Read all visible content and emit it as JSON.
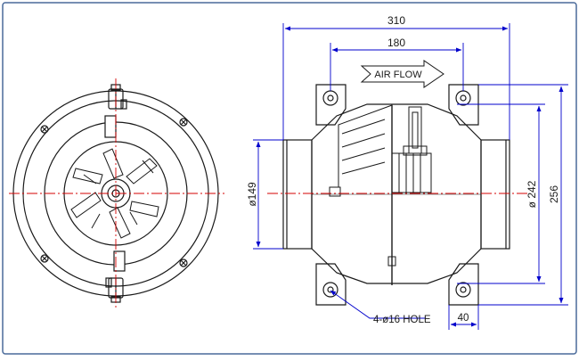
{
  "dimensions": {
    "overall_length": "310",
    "inner_length": "180",
    "duct_diameter": "ø149",
    "body_diameter": "ø 242",
    "overall_height": "256",
    "mount_holes": "4-ø16 HOLE",
    "foot_width": "40"
  },
  "annotations": {
    "airflow": "AIR FLOW"
  },
  "colors": {
    "line": "#1a1a1a",
    "dimension": "#0000cc",
    "centerline": "#d40000",
    "border": "#4a6a9a",
    "background": "#ffffff"
  }
}
